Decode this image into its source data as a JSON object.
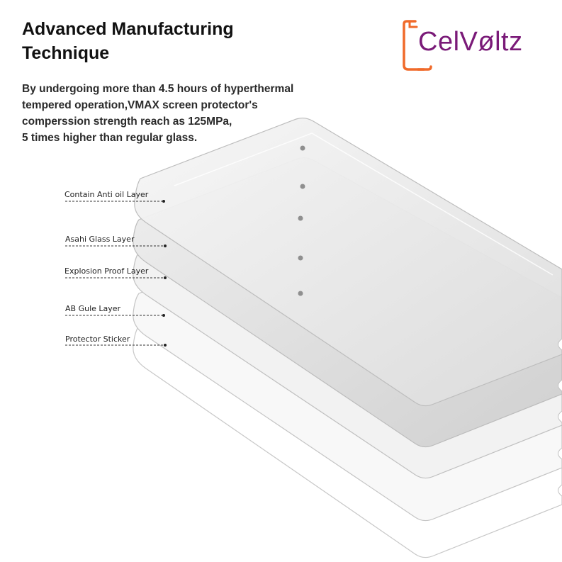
{
  "heading": {
    "line1": "Advanced Manufacturing",
    "line2": "Technique"
  },
  "description": {
    "line1": "By undergoing more than 4.5 hours of hyperthermal",
    "line2": "tempered operation,VMAX screen protector's",
    "line3": "comperssion strength reach as 125MPa,",
    "line4": "5 times higher than regular glass."
  },
  "brand": {
    "name": "CelVoltz",
    "display": "CelVøltz",
    "frame_color": "#f06a2a",
    "text_color": "#7a1a78",
    "accent_color": "#d8246a"
  },
  "layers": [
    {
      "label": "Contain Anti oil Layer"
    },
    {
      "label": "Asahi Glass Layer"
    },
    {
      "label": "Explosion Proof Layer"
    },
    {
      "label": "AB Gule Layer"
    },
    {
      "label": "Protector Sticker"
    }
  ]
}
